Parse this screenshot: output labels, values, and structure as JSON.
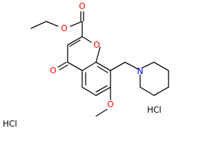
{
  "molecule": {
    "atom_labels": {
      "o_carbonyl_ester": "O",
      "o_ester": "O",
      "o_ring": "O",
      "o_ketone": "O",
      "o_methoxy": "O",
      "n_piperidine": "N"
    },
    "salts": {
      "left": "HCl",
      "right": "HCl"
    },
    "colors": {
      "oxygen": "#ff0000",
      "nitrogen": "#0000ff",
      "salt": "#000000",
      "bond": "#000000"
    }
  }
}
